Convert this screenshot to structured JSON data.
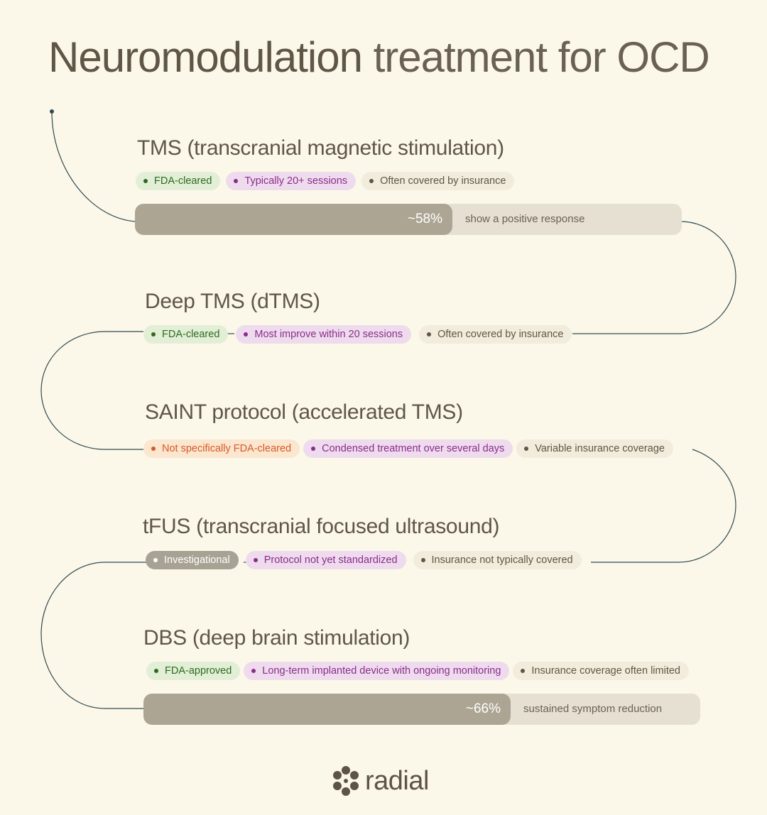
{
  "title": {
    "bold": "Neuromodulation",
    "rest": " treatment for OCD"
  },
  "treatments": [
    {
      "name": "TMS (transcranial magnetic stimulation)",
      "tags": [
        {
          "text": "FDA-cleared",
          "color": "#2d6a1f"
        },
        {
          "text": "Typically 20+ sessions",
          "color": "#8a2d8a"
        },
        {
          "text": "Often covered by insurance",
          "color": "#5f5646"
        }
      ],
      "response": {
        "value_label": "~58%",
        "fraction": 0.58,
        "caption": "show a positive response"
      }
    },
    {
      "name": "Deep TMS (dTMS)",
      "tags": [
        {
          "text": "FDA-cleared",
          "color": "#2d6a1f"
        },
        {
          "text": "Most improve within 20 sessions",
          "color": "#8a2d8a"
        },
        {
          "text": "Often covered by insurance",
          "color": "#5f5646"
        }
      ]
    },
    {
      "name": "SAINT protocol (accelerated TMS)",
      "tags": [
        {
          "text": "Not specifically FDA-cleared",
          "color": "#d85a25"
        },
        {
          "text": "Condensed treatment over several days",
          "color": "#8a2d8a"
        },
        {
          "text": "Variable insurance coverage",
          "color": "#5f5646"
        }
      ]
    },
    {
      "name": "tFUS (transcranial focused ultrasound)",
      "tags": [
        {
          "text": "Investigational",
          "color": "#ffffff"
        },
        {
          "text": "Protocol not yet standardized",
          "color": "#8a2d8a"
        },
        {
          "text": "Insurance not typically covered",
          "color": "#5f5646"
        }
      ]
    },
    {
      "name": "DBS (deep brain stimulation)",
      "tags": [
        {
          "text": "FDA-approved",
          "color": "#2d6a1f"
        },
        {
          "text": "Long-term implanted device with ongoing monitoring",
          "color": "#8a2d8a"
        },
        {
          "text": "Insurance coverage often limited",
          "color": "#5f5646"
        }
      ],
      "response": {
        "value_label": "~66%",
        "fraction": 0.66,
        "caption": "sustained symptom reduction"
      }
    }
  ],
  "logo": {
    "text": "radial",
    "icon": "radial-flower-logo"
  }
}
